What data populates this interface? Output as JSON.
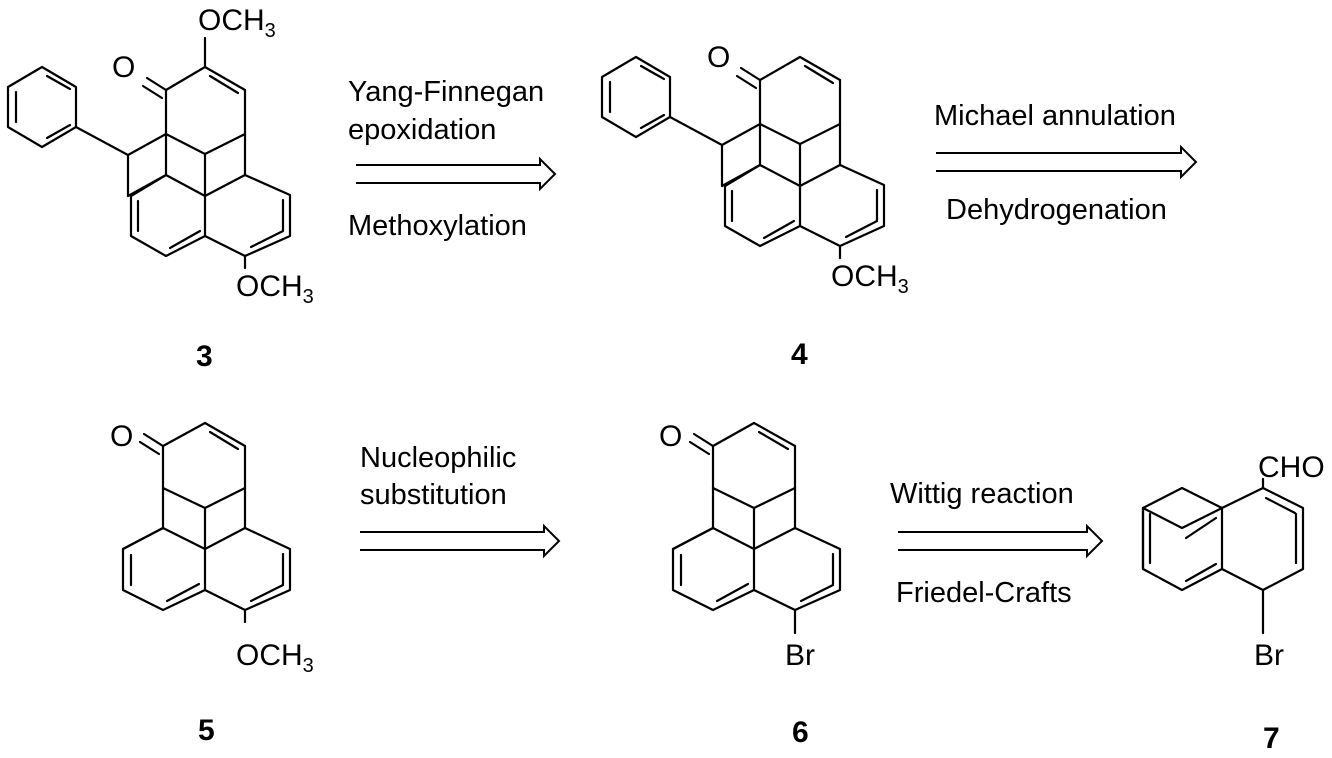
{
  "compounds": [
    {
      "number": "3",
      "substituents": {
        "top": "OCH",
        "top_sub": "3",
        "ketone": "O",
        "bottom": "OCH",
        "bottom_sub": "3"
      }
    },
    {
      "number": "4",
      "substituents": {
        "ketone": "O",
        "bottom": "OCH",
        "bottom_sub": "3"
      }
    },
    {
      "number": "5",
      "substituents": {
        "ketone": "O",
        "bottom": "OCH",
        "bottom_sub": "3"
      }
    },
    {
      "number": "6",
      "substituents": {
        "ketone": "O",
        "bottom": "Br"
      }
    },
    {
      "number": "7",
      "substituents": {
        "top": "CHO",
        "bottom": "Br"
      }
    }
  ],
  "arrows": [
    {
      "above": [
        "Yang-Finnegan",
        "epoxidation"
      ],
      "below": [
        "Methoxylation"
      ]
    },
    {
      "above": [
        "Michael annulation"
      ],
      "below": [
        "Dehydrogenation"
      ]
    },
    {
      "above": [
        "Nucleophilic",
        "substitution"
      ],
      "below": []
    },
    {
      "above": [
        "Wittig reaction"
      ],
      "below": [
        "Friedel-Crafts"
      ]
    }
  ]
}
